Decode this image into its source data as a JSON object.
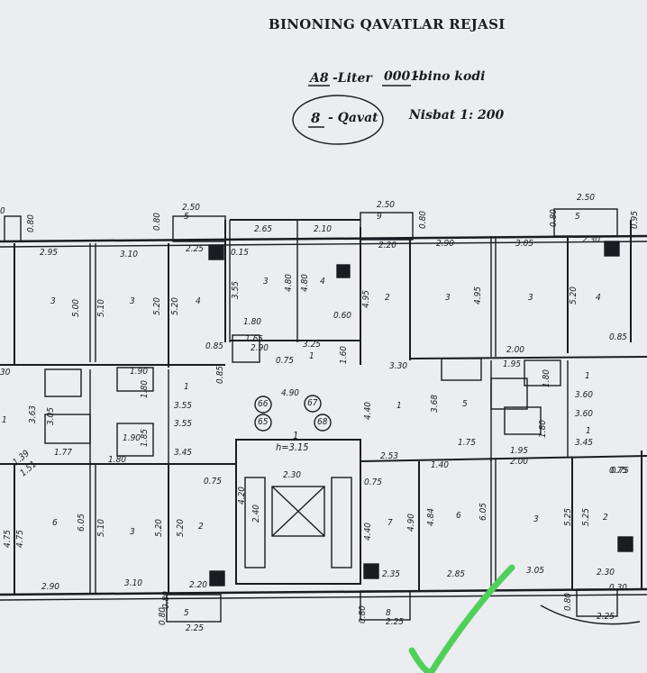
{
  "header": {
    "title": "BINONING QAVATLAR REJASI",
    "liter_value": "A8",
    "liter_label": "-Liter",
    "code_value": "0001",
    "code_label": "-bino kodi",
    "floor_value": "8",
    "floor_label": "- Qavat",
    "scale": "Nisbat 1: 200"
  },
  "stair": {
    "height_label": "h=3.15",
    "landing_number": "1"
  },
  "room_numbers": [
    "3",
    "3",
    "4",
    "3",
    "4",
    "2",
    "3",
    "3",
    "4",
    "1",
    "1",
    "1",
    "1",
    "1",
    "6",
    "3",
    "2",
    "7",
    "6",
    "3",
    "2",
    "5",
    "5",
    "9",
    "5",
    "8",
    "5"
  ],
  "unit_circles": [
    "66",
    "67",
    "65",
    "68"
  ],
  "dimensions": {
    "top": [
      "2.50",
      "2.50",
      "2.50",
      "0.80",
      "0.80",
      "0.80",
      "0.95",
      "0.80"
    ],
    "row1": [
      "2.95",
      "3.10",
      "2.25",
      "0.15",
      "2.65",
      "2.10",
      "2.20",
      "2.90",
      "3.05",
      "2.30"
    ],
    "row1_vert": [
      "5.00",
      "5.10",
      "5.20",
      "5.20",
      "3.55",
      "4.80",
      "4.80",
      "4.95",
      "4.95",
      "5.20"
    ],
    "mid": [
      "1.80",
      "0.60",
      "0.85",
      "3.25",
      "1.65",
      "2.90",
      "0.75",
      "4.90",
      "3.30",
      "2.00",
      "1.90",
      "0.85",
      "1.95",
      "1.90",
      "3.55",
      "3.55",
      "3.45",
      "3.60",
      "3.60",
      "3.45",
      "1.77",
      "1.80",
      "1.75",
      "1.95",
      "2.00",
      "2.53",
      "1.40",
      "0.75"
    ],
    "mid_vert": [
      "3.63",
      "3.05",
      "1.80",
      "1.85",
      "0.85",
      "1.60",
      "4.40",
      "3.68",
      "1.80",
      "1.80",
      "1.39",
      "1.51"
    ],
    "row3": [
      "0.75",
      "2.30",
      "0.75",
      "0.75",
      "2.35",
      "2.85",
      "3.05",
      "2.30",
      "2.90",
      "3.10",
      "2.20"
    ],
    "row3_vert": [
      "4.75",
      "4.75",
      "6.05",
      "5.10",
      "5.20",
      "5.20",
      "4.20",
      "2.40",
      "4.40",
      "4.90",
      "4.84",
      "6.05",
      "5.25",
      "5.25"
    ],
    "bottom": [
      "0.80",
      "2.25",
      "0.80",
      "2.25",
      "0.80",
      "2.25",
      "0.30",
      "0.80"
    ],
    "edge": [
      "0",
      "30",
      "1"
    ]
  },
  "colors": {
    "paper": "#ecedf0",
    "ink": "#1b1b22",
    "marker": "#4fd05a"
  }
}
